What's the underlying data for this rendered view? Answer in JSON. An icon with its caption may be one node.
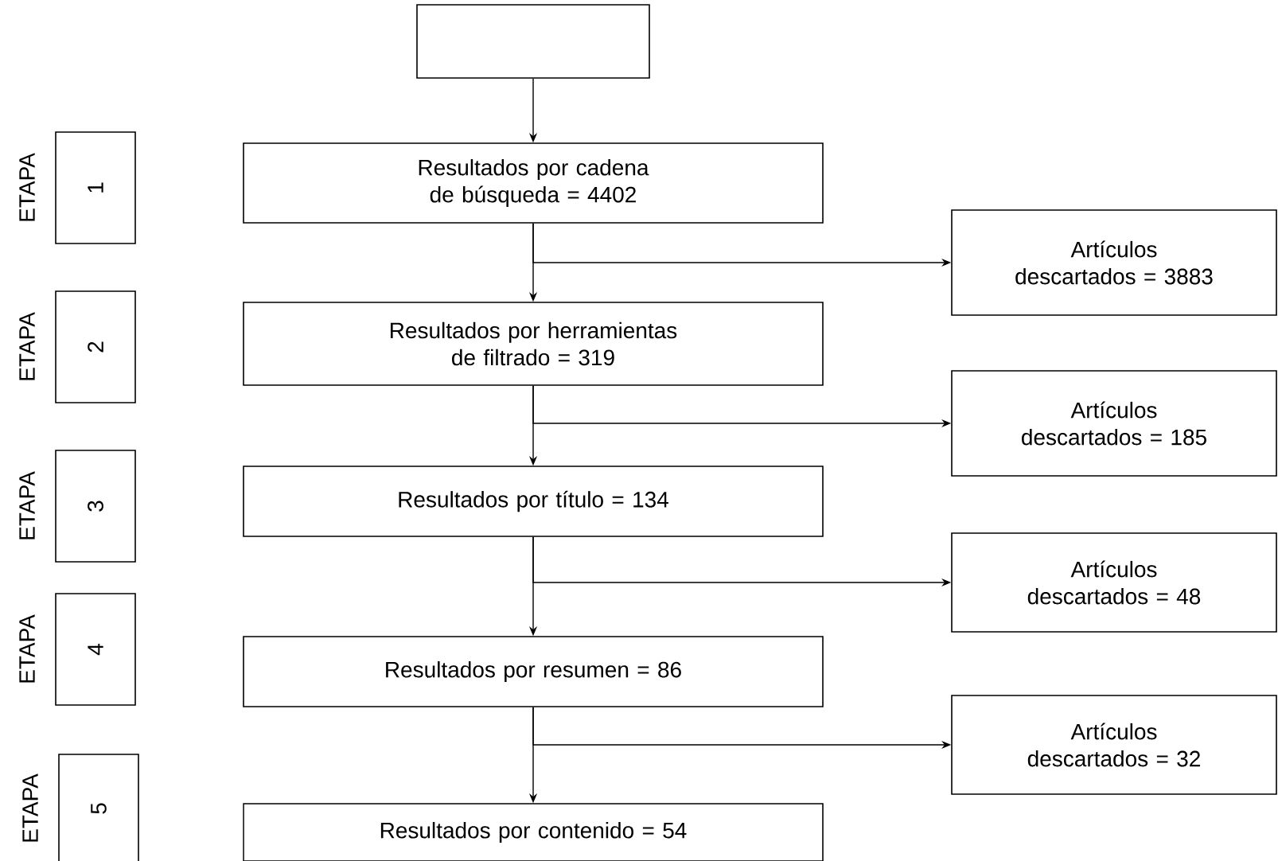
{
  "diagram": {
    "nodes": [
      {
        "text": [],
        "shape": "box"
      },
      {
        "text": [
          "Resultados por cadena de búsqueda = 4402"
        ]
      },
      {
        "text": [
          "Artículos descartados = 3883"
        ]
      },
      {
        "text": [
          "Resultados por herramientas de filtrado = 319"
        ]
      },
      {
        "text": [
          "Artículos descartados = 185"
        ]
      },
      {
        "text": [
          "Resultados por título = 134"
        ]
      },
      {
        "text": [
          "Artículos descartados = 48"
        ]
      },
      {
        "text": [
          "Resultados por resumen = 86"
        ]
      },
      {
        "text": [
          "Artículos descartados = 32"
        ]
      },
      {
        "text": [
          "Resultados por contenido = 54"
        ]
      },
      {
        "text": [
          "1"
        ],
        "beside": [
          "ETAPA"
        ]
      },
      {
        "text": [
          "2"
        ],
        "beside": [
          "ETAPA"
        ]
      },
      {
        "text": [
          "3"
        ],
        "beside": [
          "ETAPA"
        ]
      },
      {
        "text": [
          "4"
        ],
        "beside": [
          "ETAPA"
        ]
      },
      {
        "text": [
          "5"
        ],
        "beside": [
          "ETAPA"
        ]
      }
    ],
    "edges": [
      {
        "from": 0,
        "to": 1,
        "arrow": "to"
      },
      {
        "from": 1,
        "to": 3,
        "arrow": "to"
      },
      {
        "from": 1,
        "to": 2,
        "arrow": "to"
      },
      {
        "from": 3,
        "to": 5,
        "arrow": "to"
      },
      {
        "from": 3,
        "to": 4,
        "arrow": "to"
      },
      {
        "from": 5,
        "to": 7,
        "arrow": "to"
      },
      {
        "from": 5,
        "to": 6,
        "arrow": "to"
      },
      {
        "from": 7,
        "to": 9,
        "arrow": "to"
      },
      {
        "from": 7,
        "to": 8,
        "arrow": "to"
      }
    ]
  }
}
